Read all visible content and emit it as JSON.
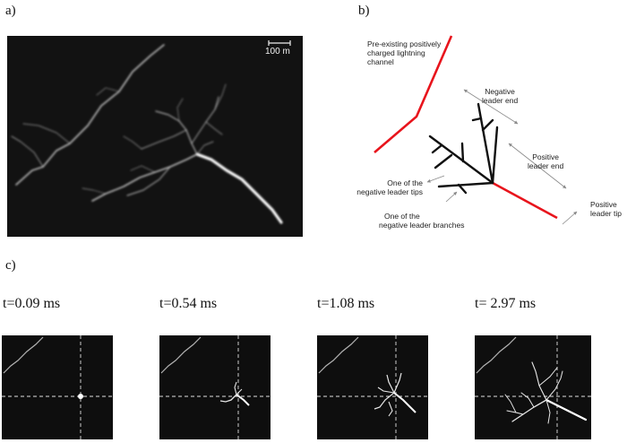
{
  "panels": {
    "a": "a)",
    "b": "b)",
    "c": "c)"
  },
  "photo_a": {
    "scale_bar_label": "100 m"
  },
  "diagram_b": {
    "preexisting_label": [
      "Pre-existing positively",
      "charged lightning",
      "channel"
    ],
    "negative_end_label": [
      "Negative",
      "leader end"
    ],
    "positive_end_label": [
      "Positive",
      "leader end"
    ],
    "positive_tip_label": [
      "Positive",
      "leader tip"
    ],
    "negative_tips_label": [
      "One of the",
      "negative leader tips"
    ],
    "negative_branches_label": [
      "One of the",
      "negative leader branches"
    ],
    "colors": {
      "positive": "#e8141c",
      "negative": "#111111"
    }
  },
  "frames_c": [
    {
      "time": "t=0.09 ms"
    },
    {
      "time": "t=0.54 ms"
    },
    {
      "time": "t=1.08 ms"
    },
    {
      "time": "t= 2.97 ms"
    }
  ]
}
